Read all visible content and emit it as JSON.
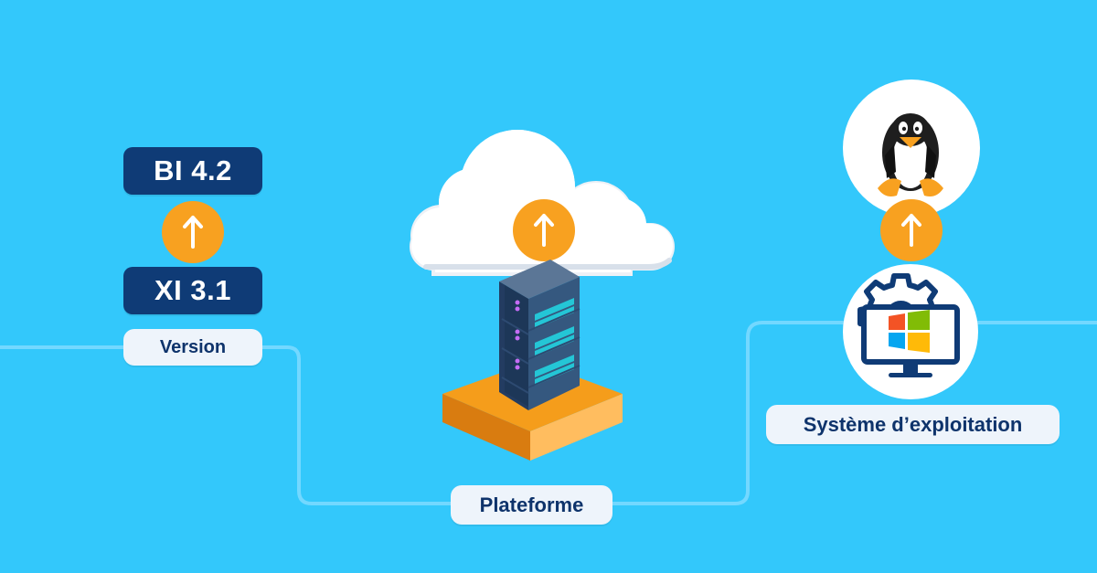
{
  "version": {
    "top": "BI 4.2",
    "bottom": "XI 3.1",
    "label": "Version"
  },
  "platform": {
    "label": "Plateforme"
  },
  "operating_system": {
    "label": "Système d’exploitation"
  },
  "icons": {
    "version_arrow": "up-arrow-icon",
    "platform_arrow": "up-arrow-icon",
    "os_arrow": "up-arrow-icon",
    "linux": "linux-penguin-icon",
    "windows": "windows-monitor-icon",
    "cloud": "cloud-icon",
    "server": "server-rack-icon"
  },
  "colors": {
    "background": "#33c8fb",
    "badge": "#0f3b76",
    "label": "#eef4fb",
    "label_text": "#0e336b",
    "accent": "#f8a120",
    "connector": "#73d8ff"
  }
}
